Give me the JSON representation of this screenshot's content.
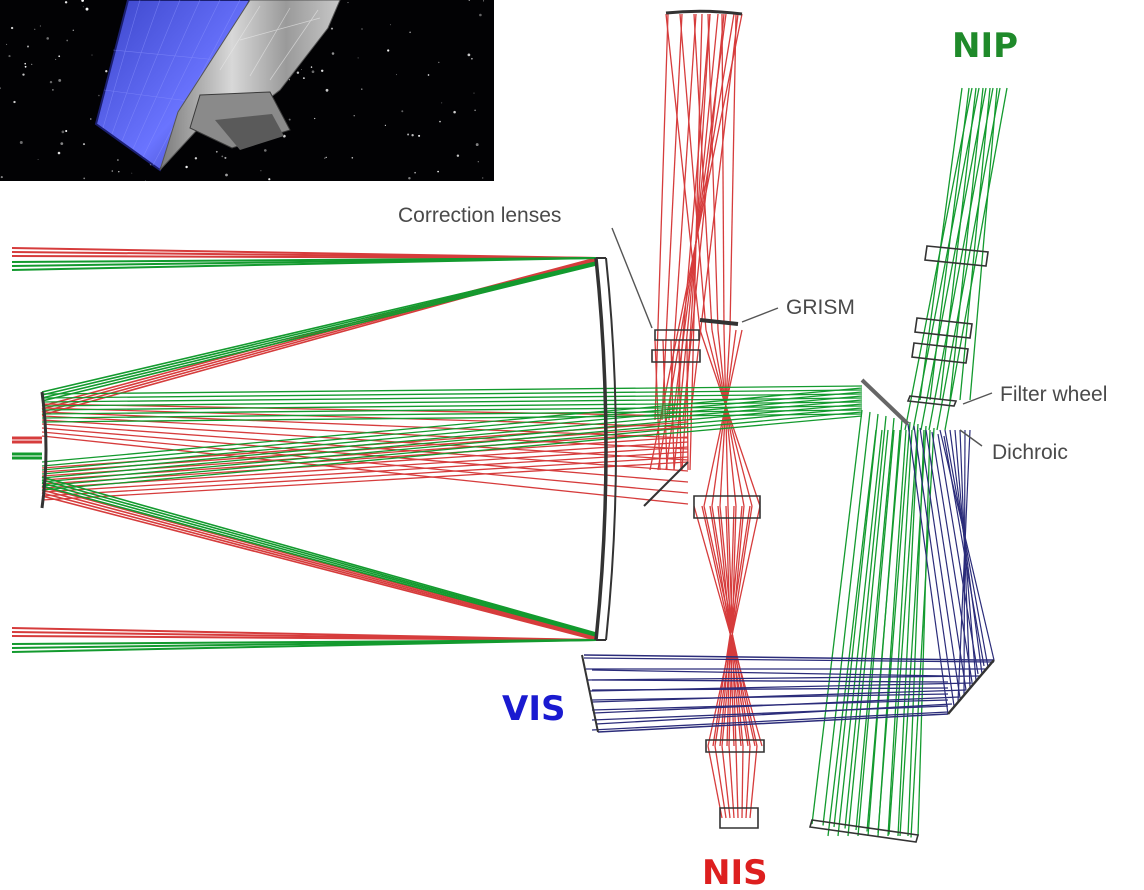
{
  "labels": {
    "correction_lenses": "Correction lenses",
    "grism": "GRISM",
    "filter_wheel": "Filter wheel",
    "dichroic": "Dichroic",
    "nip": "NIP",
    "vis": "VIS",
    "nis": "NIS"
  },
  "colors": {
    "red_beam": "#d63c3c",
    "green_beam": "#139a2e",
    "blue_beam": "#2b2c7a",
    "optics": "#333333",
    "nip_label": "#1f8a2a",
    "vis_label": "#1a1ad0",
    "nis_label": "#dd1f1f"
  },
  "inset": {
    "icon": "spacecraft-icon",
    "background": "starfield"
  }
}
